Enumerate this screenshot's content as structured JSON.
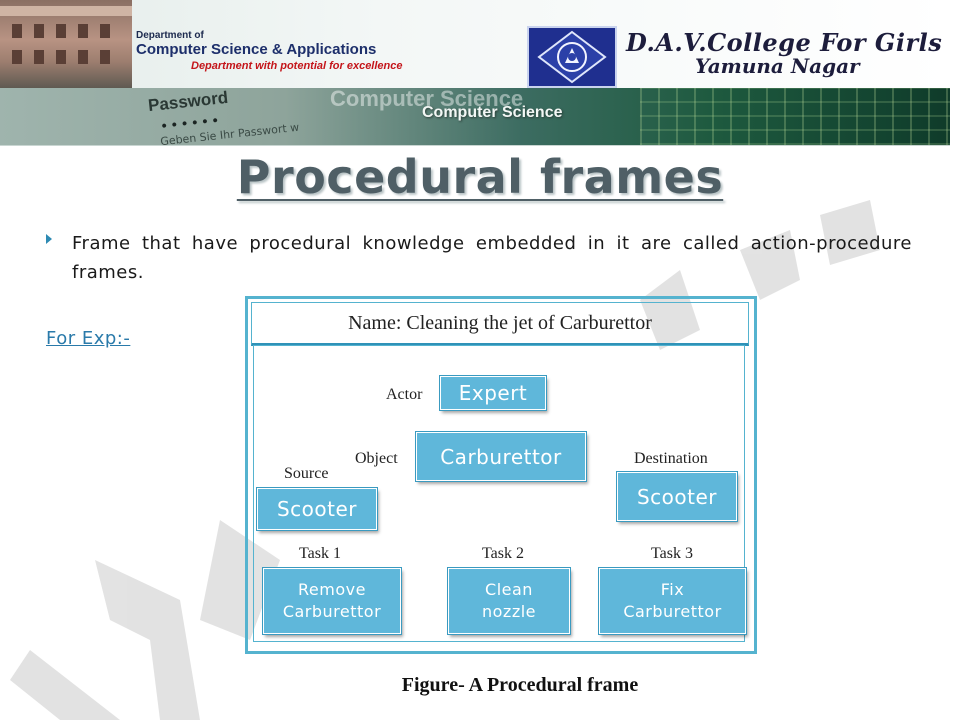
{
  "header": {
    "dept_prefix": "Department of",
    "dept_name": "Computer Science & Applications",
    "dept_tagline": "Department with potential for excellence",
    "college_name": "D.A.V.College For Girls",
    "college_city": "Yamuna Nagar",
    "banner_password_label": "Password",
    "banner_password_dots": "••••••",
    "banner_subtext": "Geben Sie Ihr Passwort w",
    "banner_cs_text": "Computer Science",
    "banner_cs_shadow": "Computer Science"
  },
  "slide": {
    "title": "Procedural frames",
    "bullet": "Frame that have procedural knowledge embedded in it are called action-procedure frames.",
    "for_exp": "For Exp:-"
  },
  "diagram": {
    "name_bar": "Name: Cleaning the jet of Carburettor",
    "labels": {
      "actor": "Actor",
      "object": "Object",
      "source": "Source",
      "destination": "Destination",
      "task1": "Task 1",
      "task2": "Task 2",
      "task3": "Task 3"
    },
    "nodes": {
      "actor": "Expert",
      "object": "Carburettor",
      "source": "Scooter",
      "destination": "Scooter",
      "task1": "Remove\nCarburettor",
      "task2": "Clean\nnozzle",
      "task3": "Fix\nCarburettor"
    },
    "caption": "Figure- A Procedural frame"
  },
  "colors": {
    "node_fill": "#5fb7da",
    "frame_border": "#55b3cf",
    "title": "#4f5f66",
    "link": "#2a7aaa",
    "tagline": "#c4151a"
  }
}
